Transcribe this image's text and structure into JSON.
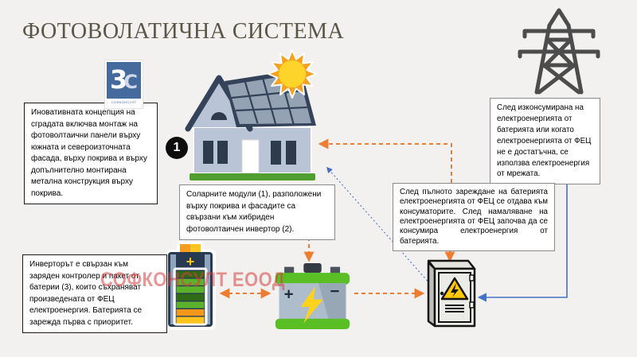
{
  "page": {
    "title": "ФОТОВОЛАТИЧНА СИСТЕМА",
    "watermark": "СОФКОНСУЛТ ЕООД"
  },
  "logo": {
    "digit": "3",
    "letter": "С",
    "caption": "СОФКОНСУЛТ"
  },
  "house": {
    "number_marker": "1"
  },
  "text_boxes": {
    "concept": "Иновативната концепция на сградата включва монтаж на фотоволтаични панели върху южната и североизточната фасада, върху покрива и върху допълнително монтирана метална конструкция върху покрива.",
    "modules": "Соларните модули (1), разположени върху покрива и фасадите са свързани към хибриден фотоволтаичен инвертор (2).",
    "grid_supply": "След изконсумирана на електроенергията от батерията или когато електроенергията от ФЕЦ не е достатъчна, се използва електроенергия от мрежата.",
    "battery_cycle": "След пълното зареждане на батерията електроенергията от ФЕЦ се отдава към консуматорите. След намаляване на електроенергията от ФЕЦ започва да се консумира електроенергия от батерията.",
    "inverter_battery": "Инверторът е свързан към заряден контролер и пакет от батерии (3), които съхраняват произведената от ФЕЦ електроенергия. Батерията се зарежда първа с приоритет."
  },
  "symbols": {
    "plus": "+",
    "minus": "−"
  },
  "icons": {
    "sun": "sun-icon",
    "solar_house": "house-solar-icon",
    "transmission_tower": "power-tower-icon",
    "battery_pack": "battery-pack-icon",
    "accumulator": "car-battery-icon",
    "switchboard": "electrical-cabinet-icon"
  },
  "colors": {
    "background": "#F2F1EF",
    "title_text": "#5B5547",
    "connector_orange": "#ED7D31",
    "connector_blue": "#4472C4",
    "watermark_red": "#D94B4B",
    "battery_bar_colors": [
      "#2F6B14",
      "#5CB32B",
      "#5CB32B",
      "#2F6B14",
      "#5CB32B",
      "#F2961C",
      "#FFC41E"
    ]
  }
}
